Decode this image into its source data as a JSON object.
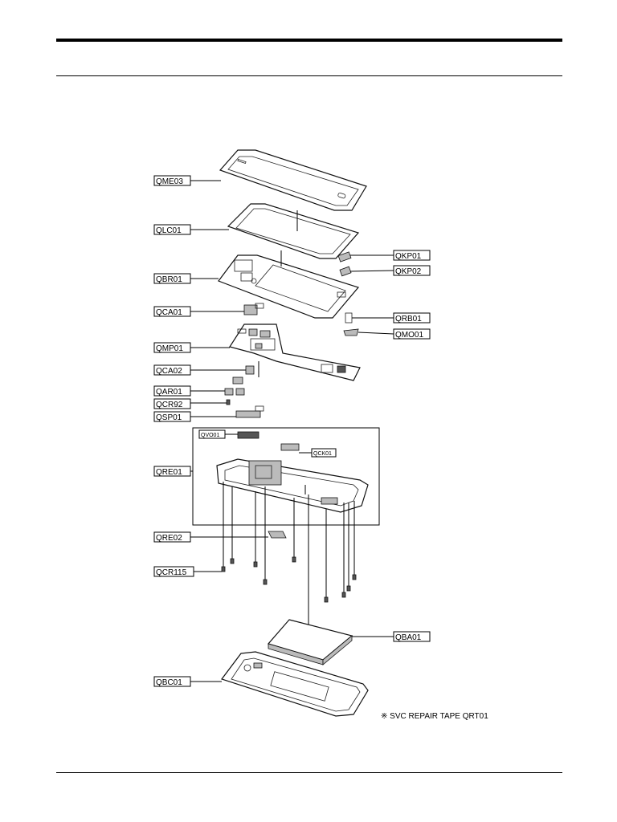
{
  "labels": {
    "qme03": "QME03",
    "qlc01": "QLC01",
    "qbr01": "QBR01",
    "qca01": "QCA01",
    "qmp01": "QMP01",
    "qca02": "QCA02",
    "qar01": "QAR01",
    "qcr92": "QCR92",
    "qsp01": "QSP01",
    "qvo01": "QVO01",
    "qck01": "QCK01",
    "qre01": "QRE01",
    "qre02": "QRE02",
    "qcr115": "QCR115",
    "qkp01": "QKP01",
    "qkp02": "QKP02",
    "qrb01": "QRB01",
    "qmo01": "QMO01",
    "qba01": "QBA01",
    "qbc01": "QBC01"
  },
  "note": "※ SVC REPAIR TAPE QRT01"
}
